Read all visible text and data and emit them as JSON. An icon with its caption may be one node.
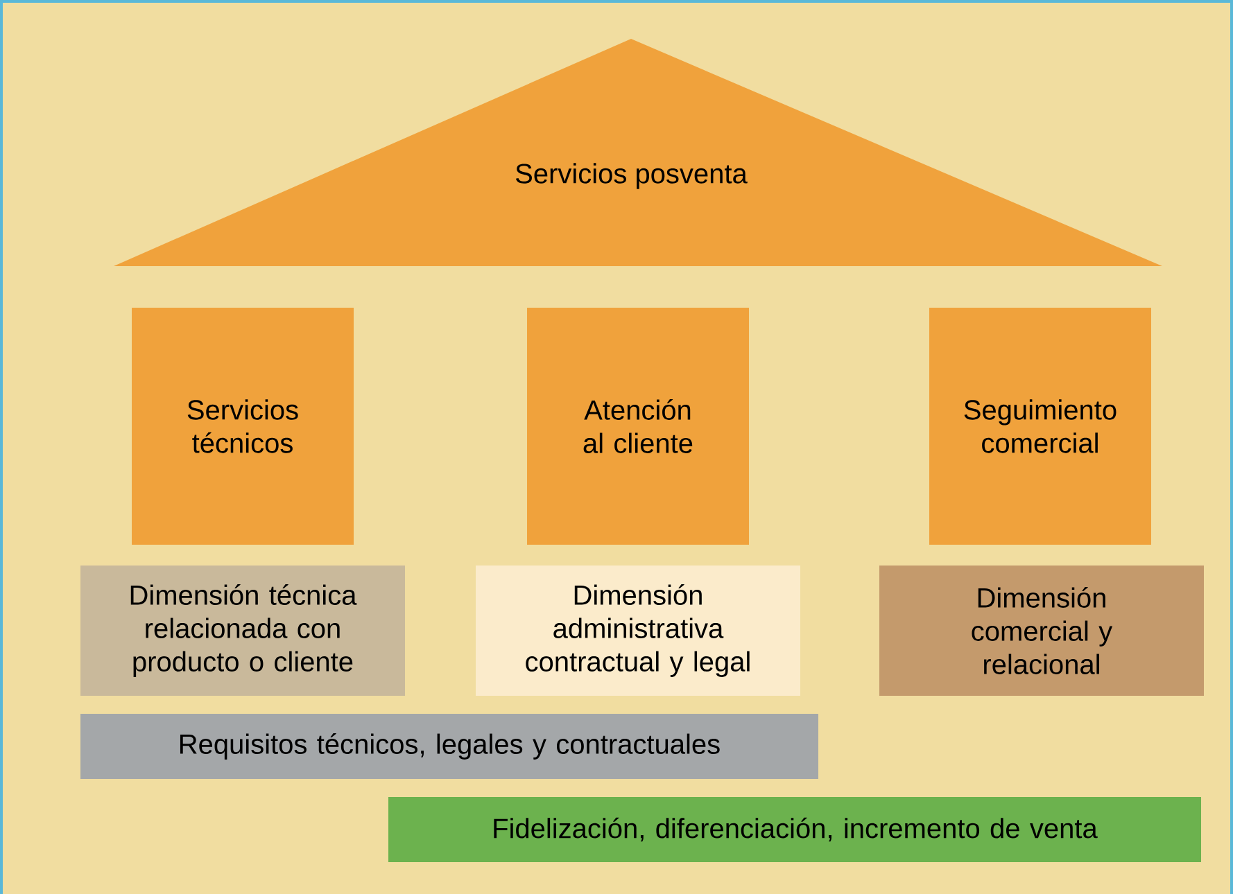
{
  "diagram": {
    "nodes": [
      {
        "text": [
          "Servicios posventa"
        ]
      },
      {
        "text": [
          "Servicios técnicos"
        ]
      },
      {
        "text": [
          "Atención al cliente"
        ]
      },
      {
        "text": [
          "Seguimiento comercial"
        ]
      },
      {
        "text": [
          "Dimensión técnica relacionada con producto o cliente"
        ]
      },
      {
        "text": [
          "Dimensión administrativa contractual y legal"
        ]
      },
      {
        "text": [
          "Dimensión comercial y relacional"
        ]
      },
      {
        "text": [
          "Requisitos técnicos, legales y contractuales"
        ]
      },
      {
        "text": [
          "Fidelización, diferenciación, incremento de venta"
        ]
      }
    ]
  }
}
